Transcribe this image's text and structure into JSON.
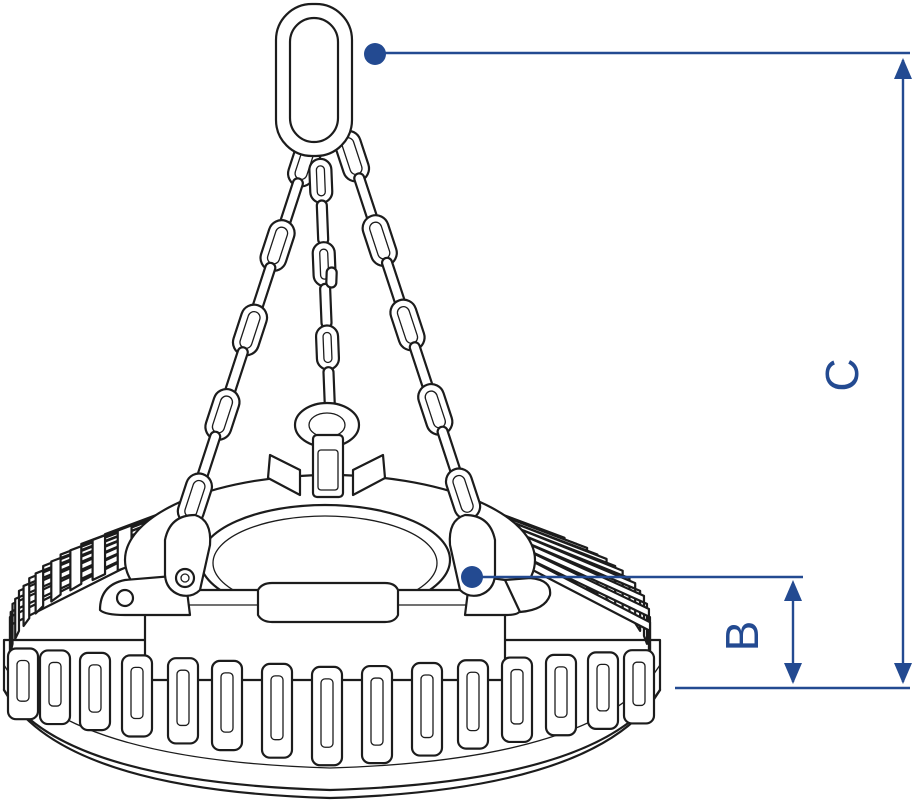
{
  "diagram": {
    "subject": "lifting-magnet-with-chain-sling",
    "dimensions": [
      {
        "label": "C"
      },
      {
        "label": "B"
      }
    ],
    "colors": {
      "dimension": "#234a91",
      "line_art": "#1c1c1c",
      "background": "#ffffff"
    }
  }
}
